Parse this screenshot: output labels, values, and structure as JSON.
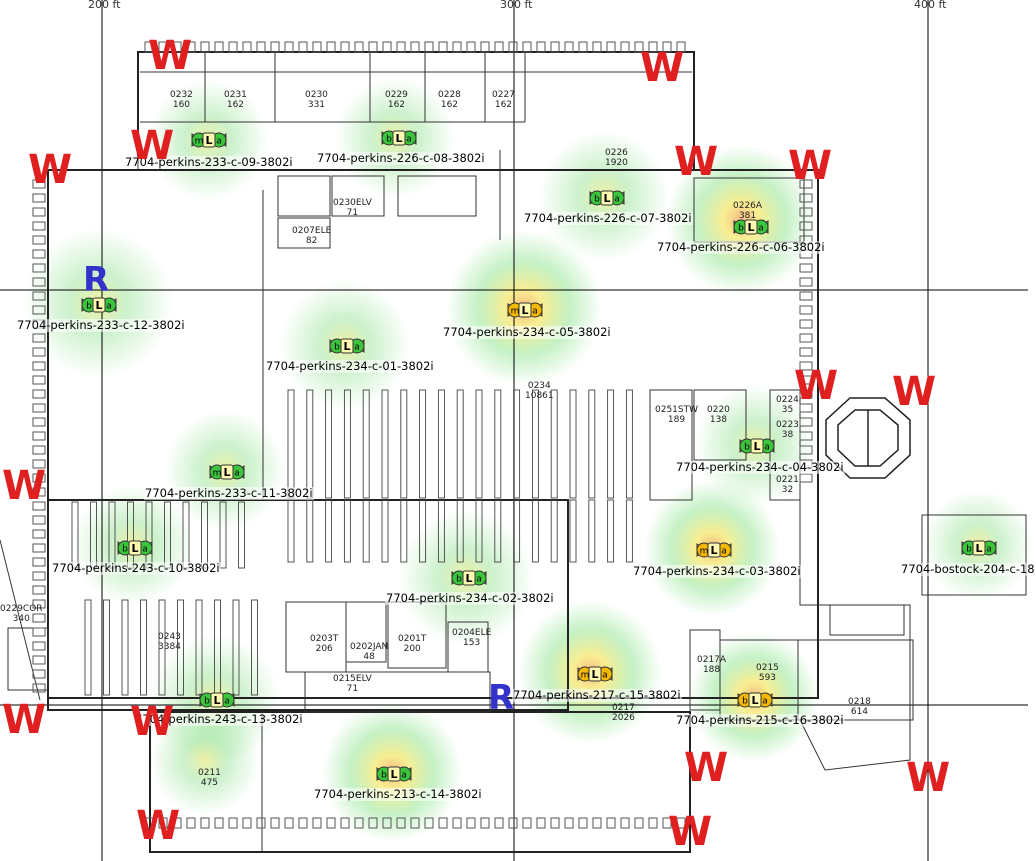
{
  "grid_labels": [
    "200 ft",
    "300 ft",
    "400 ft"
  ],
  "rooms": [
    {
      "num": "0232",
      "area": "160"
    },
    {
      "num": "0231",
      "area": "162"
    },
    {
      "num": "0230",
      "area": "331"
    },
    {
      "num": "0229",
      "area": "162"
    },
    {
      "num": "0228",
      "area": "162"
    },
    {
      "num": "0227",
      "area": "162"
    },
    {
      "num": "0226",
      "area": "1920"
    },
    {
      "num": "0226A",
      "area": "381"
    },
    {
      "num": "0230ELV",
      "area": "71"
    },
    {
      "num": "0207ELE",
      "area": "82"
    },
    {
      "num": "0234",
      "area": "10861"
    },
    {
      "num": "0251STW",
      "area": "189"
    },
    {
      "num": "0220",
      "area": "138"
    },
    {
      "num": "0224",
      "area": "35"
    },
    {
      "num": "0223",
      "area": "38"
    },
    {
      "num": "0243",
      "area": "3384"
    },
    {
      "num": "0203T",
      "area": "206"
    },
    {
      "num": "0202JAN",
      "area": "48"
    },
    {
      "num": "0201T",
      "area": "200"
    },
    {
      "num": "0204ELE",
      "area": "153"
    },
    {
      "num": "0215ELV",
      "area": "71"
    },
    {
      "num": "0217",
      "area": "2026"
    },
    {
      "num": "0217A",
      "area": "188"
    },
    {
      "num": "0215",
      "area": "593"
    },
    {
      "num": "0218",
      "area": "614"
    },
    {
      "num": "0211",
      "area": "475"
    },
    {
      "num": "0229COR",
      "area": "340"
    },
    {
      "num": "0221",
      "area": "32"
    }
  ],
  "access_points": [
    {
      "id": "ap-233-c-09",
      "label": "7704-perkins-233-c-09-3802i",
      "badge": "mLa",
      "status": "green"
    },
    {
      "id": "ap-226-c-08",
      "label": "7704-perkins-226-c-08-3802i",
      "badge": "bLa",
      "status": "green"
    },
    {
      "id": "ap-226-c-07",
      "label": "7704-perkins-226-c-07-3802i",
      "badge": "bLa",
      "status": "green"
    },
    {
      "id": "ap-226-c-06",
      "label": "7704-perkins-226-c-06-3802i",
      "badge": "bLa",
      "status": "green"
    },
    {
      "id": "ap-233-c-12",
      "label": "7704-perkins-233-c-12-3802i",
      "badge": "bLa",
      "status": "green"
    },
    {
      "id": "ap-234-c-05",
      "label": "7704-perkins-234-c-05-3802i",
      "badge": "mLa",
      "status": "yellow"
    },
    {
      "id": "ap-234-c-01",
      "label": "7704-perkins-234-c-01-3802i",
      "badge": "bLa",
      "status": "green"
    },
    {
      "id": "ap-234-c-04",
      "label": "7704-perkins-234-c-04-3802i",
      "badge": "bLa",
      "status": "green"
    },
    {
      "id": "ap-233-c-11",
      "label": "7704-perkins-233-c-11-3802i",
      "badge": "mLa",
      "status": "green"
    },
    {
      "id": "ap-243-c-10",
      "label": "7704-perkins-243-c-10-3802i",
      "badge": "bLa",
      "status": "green"
    },
    {
      "id": "ap-234-c-03",
      "label": "7704-perkins-234-c-03-3802i",
      "badge": "mLa",
      "status": "yellow"
    },
    {
      "id": "ap-bostock-204-c-18",
      "label": "7704-bostock-204-c-18",
      "badge": "bLa",
      "status": "green"
    },
    {
      "id": "ap-234-c-02",
      "label": "7704-perkins-234-c-02-3802i",
      "badge": "bLa",
      "status": "green"
    },
    {
      "id": "ap-217-c-15",
      "label": "7704-perkins-217-c-15-3802i",
      "badge": "mLa",
      "status": "yellow"
    },
    {
      "id": "ap-243-c-13",
      "label": "7704-perkins-243-c-13-3802i",
      "badge": "bLa",
      "status": "green"
    },
    {
      "id": "ap-215-c-16",
      "label": "7704-perkins-215-c-16-3802i",
      "badge": "bLa",
      "status": "yellow"
    },
    {
      "id": "ap-213-c-14",
      "label": "7704-perkins-213-c-14-3802i",
      "badge": "bLa",
      "status": "green"
    }
  ],
  "markers": {
    "w_letter": "W",
    "r_letter": "R"
  },
  "colors": {
    "heat_green": "#7fe07f",
    "heat_yellow": "#f3e34a",
    "heat_orange": "#f2a05a",
    "badge_green": "#3cc43c",
    "badge_yellow": "#f5b800",
    "w_marker": "#e02020",
    "r_marker": "#3333cc"
  }
}
